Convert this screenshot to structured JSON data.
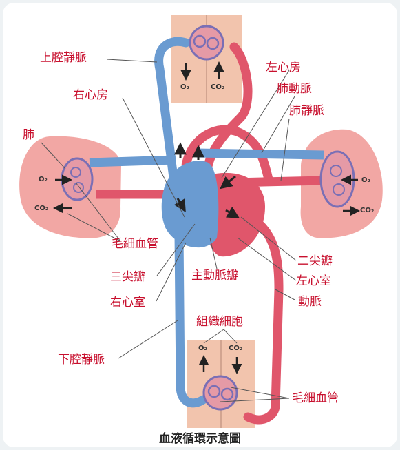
{
  "caption": "血液循環示意圖",
  "labels": {
    "superior_vena_cava": "上腔靜脈",
    "right_atrium": "右心房",
    "left_atrium": "左心房",
    "pulmonary_artery": "肺動脈",
    "pulmonary_vein": "肺靜脈",
    "lung": "肺",
    "capillaries_lung": "毛細血管",
    "tricuspid_valve": "三尖瓣",
    "aortic_valve": "主動脈瓣",
    "bicuspid_valve": "二尖瓣",
    "left_ventricle": "左心室",
    "right_ventricle": "右心室",
    "artery": "動脈",
    "tissue_cells": "組織細胞",
    "inferior_vena_cava": "下腔靜脈",
    "capillaries_tissue": "毛細血管"
  },
  "gases": {
    "o2_top": "O₂",
    "co2_top": "CO₂",
    "o2_left": "O₂",
    "co2_left": "CO₂",
    "o2_right": "O₂",
    "co2_right": "CO₂",
    "o2_bottom": "O₂",
    "co2_bottom": "CO₂"
  },
  "colors": {
    "vein_blue": "#6a9bd1",
    "artery_red": "#e0566b",
    "label_red": "#c8102e",
    "lung_pink": "#f2a7a4",
    "tissue_peach": "#f2c4ad"
  }
}
